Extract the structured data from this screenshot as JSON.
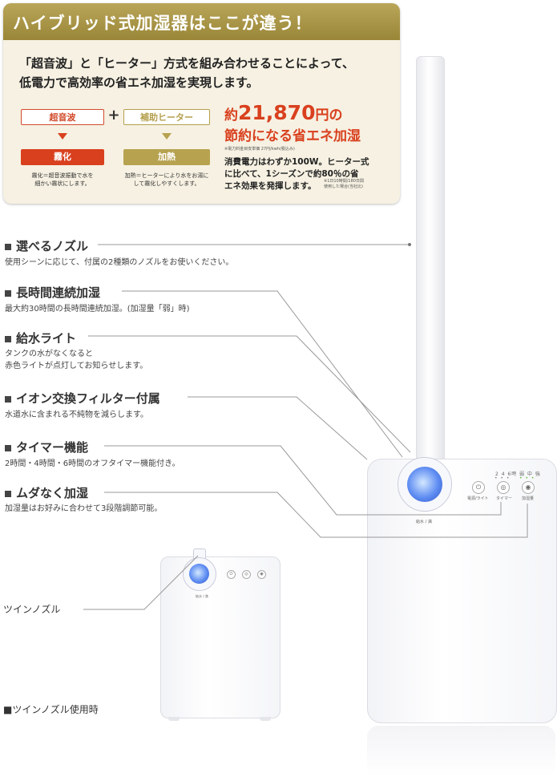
{
  "header": {
    "title": "ハイブリッド式加湿器はここが違う！"
  },
  "intro": {
    "line1": "「超音波」と「ヒーター」方式を組み合わせることによって、",
    "line2": "低電力で高効率の省エネ加湿を実現します。"
  },
  "methods": {
    "left": {
      "label": "超音波",
      "result": "霧化",
      "desc1": "霧化＝超音波振動で水を",
      "desc2": "細かい霧状にします。"
    },
    "plus": "+",
    "right": {
      "label": "補助ヒーター",
      "result": "加熱",
      "desc1": "加熱＝ヒーターにより水をお湯に",
      "desc2": "して霧化しやすくします。"
    }
  },
  "savings": {
    "prefix": "約",
    "amount": "21,870",
    "suffix": "円の",
    "line2": "節約になる省エネ加湿",
    "note": "※電力料金目安単価 27円/kwh(税込み)",
    "desc1": "消費電力はわずか100W。ヒーター式",
    "desc2": "に比べて、1シーズンで約80％の省",
    "desc3": "エネ効果を発揮します。",
    "footnote1": "※1日10時間/180日間",
    "footnote2": "使用した場合(当社比)"
  },
  "features": [
    {
      "title": "選べるノズル",
      "desc": "使用シーンに応じて、付属の2種類のノズルをお使いください。"
    },
    {
      "title": "長時間連続加湿",
      "desc": "最大約30時間の長時間連続加湿。(加湿量「弱」時)"
    },
    {
      "title": "給水ライト",
      "desc1": "タンクの水がなくなると",
      "desc2": "赤色ライトが点灯してお知らせします。"
    },
    {
      "title": "イオン交換フィルター付属",
      "desc": "水道水に含まれる不純物を減らします。"
    },
    {
      "title": "タイマー機能",
      "desc": "2時間・4時間・6時間のオフタイマー機能付き。"
    },
    {
      "title": "ムダなく加湿",
      "desc": "加湿量はお好みに合わせて3段階調節可能。"
    }
  ],
  "device": {
    "timer_marks": "2  4  6時",
    "level_marks": "弱 中 強",
    "btn1_label": "電源/ライト",
    "btn2_label": "タイマー",
    "btn3_label": "加湿量",
    "power_icon": "⏻",
    "timer_icon": "◎",
    "drop_icon": "◉",
    "bottom_text": "給水 / 満"
  },
  "twin": {
    "label": "ツインノズル",
    "usage_label": "■ツインノズル使用時",
    "bottom_text": "給水 / 満"
  }
}
